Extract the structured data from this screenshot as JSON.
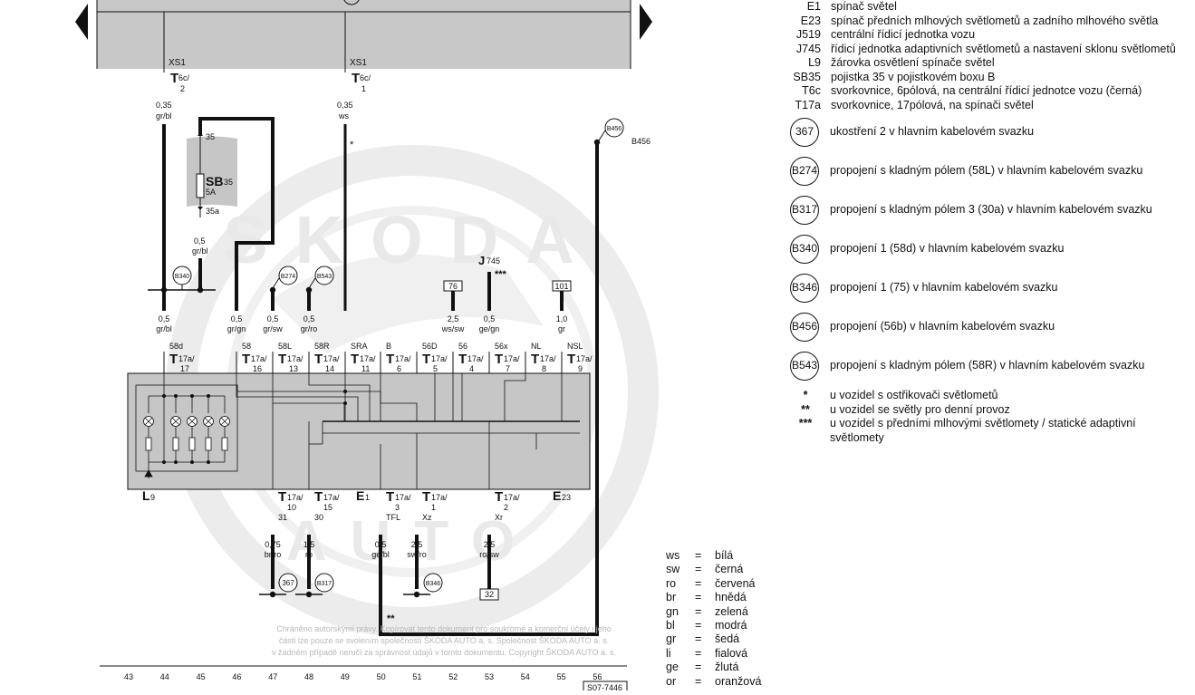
{
  "components": {
    "E1": "E1",
    "E23": "E23",
    "L9": "L9",
    "J745": "J745",
    "SB35_label": "SB",
    "SB35_sub": "35",
    "SB35_amp": "5A",
    "SB35_top": "35",
    "SB35_bot": "35a"
  },
  "markers": {
    "xs1_left": "XS1",
    "xs1_right": "XS1",
    "t6c_left_pin": "2",
    "t6c_right_pin": "1",
    "b456_label": "B456",
    "star1": "*",
    "star2": "**",
    "star3": "***",
    "box76": "76",
    "box101": "101",
    "box32": "32"
  },
  "wires_top": [
    {
      "size": "0,35",
      "color": "gr/bl"
    },
    {
      "size": "0,35",
      "color": "ws"
    }
  ],
  "wire_sb": {
    "size": "0,5",
    "color": "gr/bl"
  },
  "top_pins": [
    {
      "func": "58d",
      "pin": "17",
      "size": "0,5",
      "color": "gr/bl"
    },
    {
      "func": "58",
      "pin": "16",
      "size": "0,5",
      "color": "gr/gn"
    },
    {
      "func": "58L",
      "pin": "13",
      "size": "0,5",
      "color": "gr/sw"
    },
    {
      "func": "58R",
      "pin": "14",
      "size": "0,5",
      "color": "gr/ro"
    },
    {
      "func": "SRA",
      "pin": "11",
      "size": "",
      "color": ""
    },
    {
      "func": "B",
      "pin": "6",
      "size": "",
      "color": ""
    },
    {
      "func": "56D",
      "pin": "5",
      "size": "",
      "color": ""
    },
    {
      "func": "56",
      "pin": "4",
      "size": "2,5",
      "color": "ws/sw"
    },
    {
      "func": "56x",
      "pin": "7",
      "size": "0,5",
      "color": "ge/gn"
    },
    {
      "func": "NL",
      "pin": "8",
      "size": "",
      "color": ""
    },
    {
      "func": "NSL",
      "pin": "9",
      "size": "1,0",
      "color": "gr"
    }
  ],
  "bottom_pins": [
    {
      "pin": "10",
      "func": "31",
      "size": "0,75",
      "color": "br/ro"
    },
    {
      "pin": "15",
      "func": "30",
      "size": "1,5",
      "color": "ro"
    },
    {
      "pin": "3",
      "func": "TFL",
      "size": "0,5",
      "color": "ge/bl"
    },
    {
      "pin": "1",
      "func": "Xz",
      "size": "2,5",
      "color": "sw/ro"
    },
    {
      "pin": "2",
      "func": "Xr",
      "size": "2,5",
      "color": "ro/sw"
    }
  ],
  "connector_prefix": "T",
  "connector_sub": "17a/",
  "t6c_sub": "6c/",
  "grounds": {
    "g367": "367",
    "b317": "B317",
    "b340": "B340",
    "b274": "B274",
    "b543": "B543",
    "b346": "B346",
    "b456": "B456"
  },
  "track_numbers": [
    "43",
    "44",
    "45",
    "46",
    "47",
    "48",
    "49",
    "50",
    "51",
    "52",
    "53",
    "54",
    "55",
    "56"
  ],
  "doc_code": "S07-7446",
  "copyright": [
    "Chráněno autorskými právy. Kopírovat tento dokument pro soukromé a komerční účely i jeho",
    "části lze pouze se svolením společnosti ŠKODA AUTO a. s. Společnost ŠKODA AUTO a. s.",
    "v žádném případě neručí za správnost údajů v tomto dokumentu. Copyright ŠKODA AUTO a. s."
  ],
  "watermark": {
    "top": "SKODA",
    "bottom": "AUTO"
  },
  "legend": [
    {
      "code": "E1",
      "desc": "spínač světel"
    },
    {
      "code": "E23",
      "desc": "spínač předních mlhových světlometů a zadního mlhového světla"
    },
    {
      "code": "J519",
      "desc": "centrální řídicí jednotka vozu"
    },
    {
      "code": "J745",
      "desc": "řídicí jednotka adaptivních světlometů a nastavení sklonu světlometů"
    },
    {
      "code": "L9",
      "desc": "žárovka osvětlení spínače světel"
    },
    {
      "code": "SB35",
      "desc": "pojistka 35 v pojistkovém boxu B"
    },
    {
      "code": "T6c",
      "desc": "svorkovnice, 6pólová, na centrální řídicí jednotce vozu (černá)"
    },
    {
      "code": "T17a",
      "desc": "svorkovnice, 17pólová, na spínači světel"
    }
  ],
  "legend_circles": [
    {
      "code": "367",
      "desc": "ukostření 2 v hlavním kabelovém svazku"
    },
    {
      "code": "B274",
      "desc": "propojení s kladným pólem (58L) v hlavním kabelovém svazku"
    },
    {
      "code": "B317",
      "desc": "propojení s kladným pólem 3 (30a) v hlavním kabelovém svazku"
    },
    {
      "code": "B340",
      "desc": "propojení 1 (58d) v hlavním kabelovém svazku"
    },
    {
      "code": "B346",
      "desc": "propojení 1 (75) v hlavním kabelovém svazku"
    },
    {
      "code": "B456",
      "desc": "propojení (56b) v hlavním kabelovém svazku"
    },
    {
      "code": "B543",
      "desc": "propojení s kladným pólem (58R) v hlavním kabelovém svazku"
    }
  ],
  "legend_stars": [
    {
      "mark": "*",
      "desc": "u vozidel s ostřikovači světlometů"
    },
    {
      "mark": "**",
      "desc": "u vozidel se světly pro denní provoz"
    },
    {
      "mark": "***",
      "desc": "u vozidel s předními mlhovými světlomety / statické adaptivní světlomety"
    }
  ],
  "color_codes": [
    {
      "code": "ws",
      "name": "bílá"
    },
    {
      "code": "sw",
      "name": "černá"
    },
    {
      "code": "ro",
      "name": "červená"
    },
    {
      "code": "br",
      "name": "hnědá"
    },
    {
      "code": "gn",
      "name": "zelená"
    },
    {
      "code": "bl",
      "name": "modrá"
    },
    {
      "code": "gr",
      "name": "šedá"
    },
    {
      "code": "li",
      "name": "fialová"
    },
    {
      "code": "ge",
      "name": "žlutá"
    },
    {
      "code": "or",
      "name": "oranžová"
    }
  ],
  "colors": {
    "module_fill": "#c8c8c8",
    "switch_fill": "#c6c6c6",
    "watermark": "#ececec",
    "wire": "#111111"
  },
  "nav": {
    "prev_icon": "triangle-left-icon",
    "next_icon": "triangle-right-icon"
  }
}
